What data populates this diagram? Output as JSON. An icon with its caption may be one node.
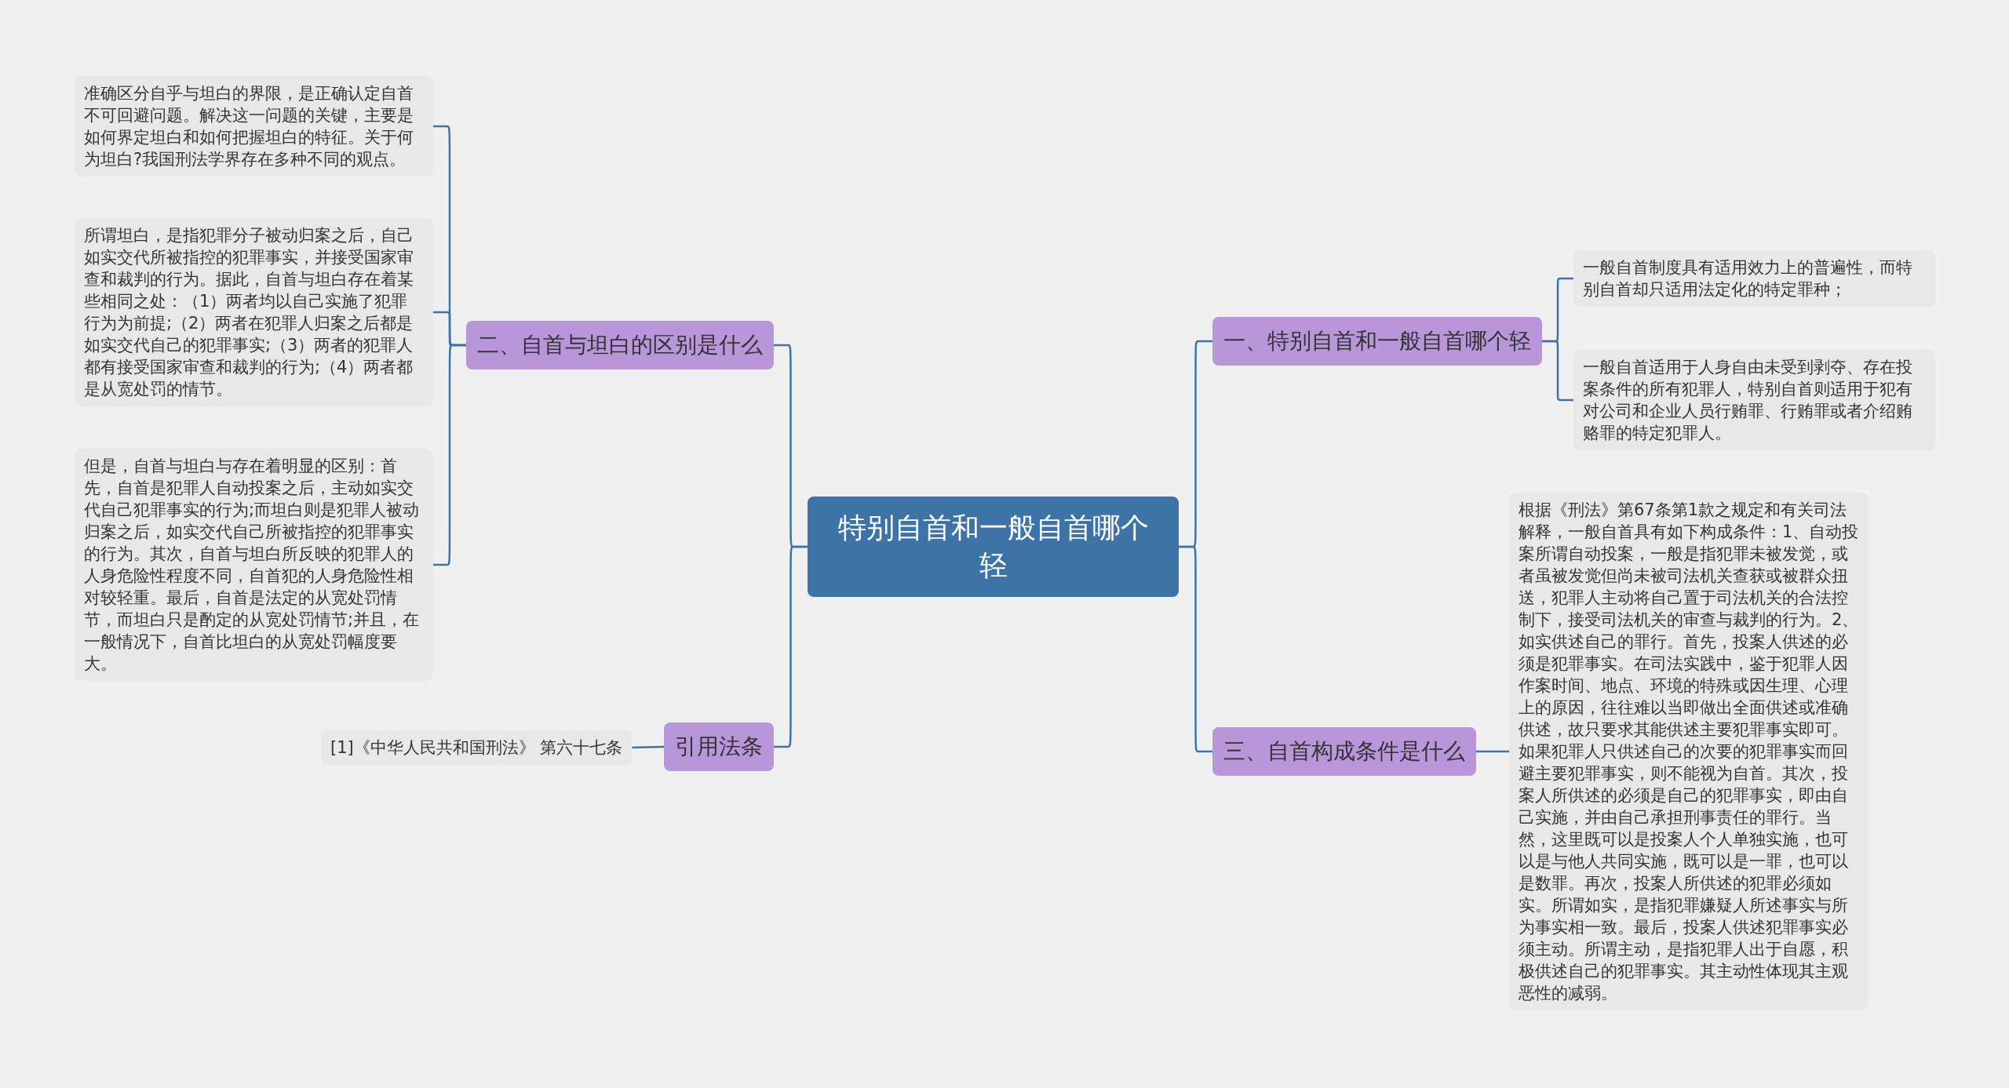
{
  "diagram": {
    "nodes": [
      {
        "text": [
          "特别自首和一般自首哪个轻"
        ]
      },
      {
        "text": [
          "一、特别自首和一般自首哪个轻"
        ]
      },
      {
        "text": [
          "一般自首制度具有适用效力上的普遍性，而特别自首却只适用法定化的特定罪种；"
        ]
      },
      {
        "text": [
          "一般自首适用于人身自由未受到剥夺、存在投案条件的所有犯罪人，特别自首则适用于犯有对公司和企业人员行贿罪、行贿罪或者介绍贿赂罪的特定犯罪人。"
        ]
      },
      {
        "text": [
          "三、自首构成条件是什么"
        ]
      },
      {
        "text": [
          "根据《刑法》第67条第1款之规定和有关司法解释，一般自首具有如下构成条件：1、自动投案所谓自动投案，一般是指犯罪未被发觉，或者虽被发觉但尚未被司法机关查获或被群众扭送，犯罪人主动将自己置于司法机关的合法控制下，接受司法机关的审查与裁判的行为。2、如实供述自己的罪行。首先，投案人供述的必须是犯罪事实。在司法实践中，鉴于犯罪人因作案时间、地点、环境的特殊或因生理、心理上的原因，往往难以当即做出全面供述或准确供述，故只要求其能供述主要犯罪事实即可。如果犯罪人只供述自己的次要的犯罪事实而回避主要犯罪事实，则不能视为自首。其次，投案人所供述的必须是自己的犯罪事实，即由自己实施，并由自己承担刑事责任的罪行。当然，这里既可以是投案人个人单独实施，也可以是与他人共同实施，既可以是一罪，也可以是数罪。再次，投案人所供述的犯罪必须如实。所谓如实，是指犯罪嫌疑人所述事实与所为事实相一致。最后，投案人供述犯罪事实必须主动。所谓主动，是指犯罪人出于自愿，积极供述自己的犯罪事实。其主动性体现其主观恶性的减弱。"
        ]
      },
      {
        "text": [
          "二、自首与坦白的区别是什么"
        ]
      },
      {
        "text": [
          "准确区分自乎与坦白的界限，是正确认定自首不可回避问题。解决这一问题的关键，主要是如何界定坦白和如何把握坦白的特征。关于何为坦白?我国刑法学界存在多种不同的观点。"
        ]
      },
      {
        "text": [
          "所谓坦白，是指犯罪分子被动归案之后，自己如实交代所被指控的犯罪事实，并接受国家审查和裁判的行为。据此，自首与坦白存在着某些相同之处：（1）两者均以自己实施了犯罪行为为前提;（2）两者在犯罪人归案之后都是如实交代自己的犯罪事实;（3）两者的犯罪人都有接受国家审查和裁判的行为;（4）两者都是从宽处罚的情节。"
        ]
      },
      {
        "text": [
          "但是，自首与坦白与存在着明显的区别：首先，自首是犯罪人自动投案之后，主动如实交代自己犯罪事实的行为;而坦白则是犯罪人被动归案之后，如实交代自己所被指控的犯罪事实的行为。其次，自首与坦白所反映的犯罪人的人身危险性程度不同，自首犯的人身危险性相对较轻重。最后，自首是法定的从宽处罚情节，而坦白只是酌定的从宽处罚情节;并且，在一般情况下，自首比坦白的从宽处罚幅度要大。"
        ]
      },
      {
        "text": [
          "引用法条"
        ]
      },
      {
        "text": [
          "[1]《中华人民共和国刑法》 第六十七条"
        ]
      }
    ],
    "edges": [
      {
        "from": 0,
        "to": 1,
        "arrow": "none"
      },
      {
        "from": 1,
        "to": 2,
        "arrow": "none"
      },
      {
        "from": 1,
        "to": 3,
        "arrow": "none"
      },
      {
        "from": 0,
        "to": 4,
        "arrow": "none"
      },
      {
        "from": 4,
        "to": 5,
        "arrow": "none"
      },
      {
        "from": 0,
        "to": 6,
        "arrow": "none"
      },
      {
        "from": 6,
        "to": 7,
        "arrow": "none"
      },
      {
        "from": 6,
        "to": 8,
        "arrow": "none"
      },
      {
        "from": 6,
        "to": 9,
        "arrow": "none"
      },
      {
        "from": 0,
        "to": 10,
        "arrow": "none"
      },
      {
        "from": 10,
        "to": 11,
        "arrow": "none"
      }
    ]
  }
}
